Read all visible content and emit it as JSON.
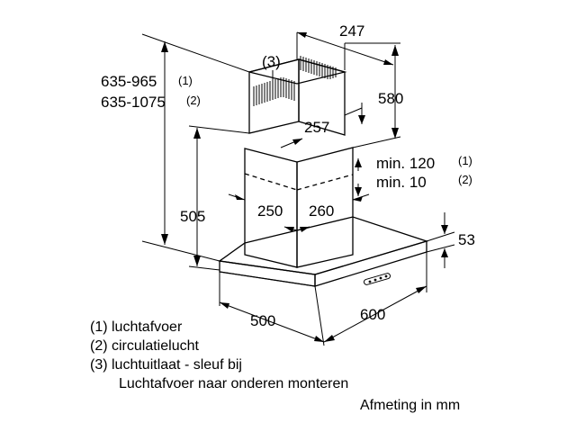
{
  "dimensions": {
    "top_width": "247",
    "marker_3": "(3)",
    "height_range_1": "635-965",
    "height_range_1_ref": "(1)",
    "height_range_2": "635-1075",
    "height_range_2_ref": "(2)",
    "upper_chimney_height": "580",
    "upper_chimney_depth": "257",
    "min_gap_1": "min. 120",
    "min_gap_1_ref": "(1)",
    "min_gap_2": "min. 10",
    "min_gap_2_ref": "(2)",
    "lower_height": "505",
    "chimney_width": "250",
    "chimney_depth": "260",
    "canopy_thickness": "53",
    "canopy_depth": "500",
    "canopy_width": "600"
  },
  "legend": {
    "item1": "(1)  luchtafvoer",
    "item2": "(2)  circulatielucht",
    "item3": "(3)  luchtuitlaat - sleuf bij",
    "item3_cont": "Luchtafvoer naar onderen monteren",
    "unit_note": "Afmeting in mm"
  }
}
